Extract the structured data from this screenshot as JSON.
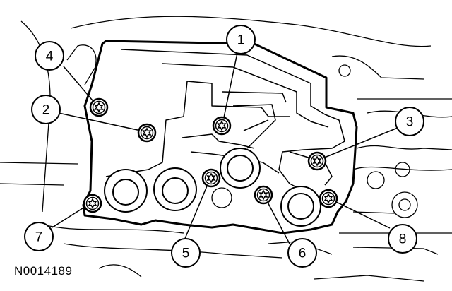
{
  "diagram": {
    "code": "N0014189",
    "callouts": [
      {
        "id": "1",
        "label": "1"
      },
      {
        "id": "2",
        "label": "2"
      },
      {
        "id": "3",
        "label": "3"
      },
      {
        "id": "4",
        "label": "4"
      },
      {
        "id": "5",
        "label": "5"
      },
      {
        "id": "6",
        "label": "6"
      },
      {
        "id": "7",
        "label": "7"
      },
      {
        "id": "8",
        "label": "8"
      }
    ],
    "bolt_icon": "torx-bolt-head-icon"
  }
}
